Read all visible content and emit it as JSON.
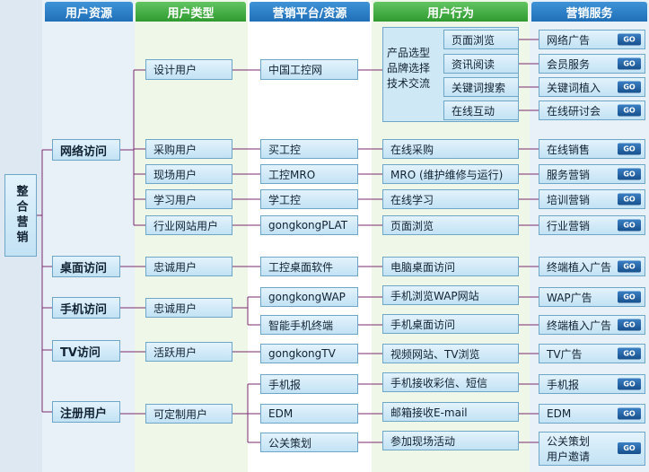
{
  "headers": [
    "用户资源",
    "用户类型",
    "营销平台/资源",
    "用户行为",
    "营销服务"
  ],
  "root": "整合营销",
  "resources": [
    "网络访问",
    "桌面访问",
    "手机访问",
    "TV访问",
    "注册用户"
  ],
  "user_types": [
    "设计用户",
    "采购用户",
    "现场用户",
    "学习用户",
    "行业网站用户",
    "忠诚用户",
    "忠诚用户",
    "活跃用户",
    "可定制用户"
  ],
  "platforms": [
    "中国工控网",
    "买工控",
    "工控MRO",
    "学工控",
    "gongkongPLAT",
    "工控桌面软件",
    "gongkongWAP",
    "智能手机终端",
    "gongkongTV",
    "手机报",
    "EDM",
    "公关策划"
  ],
  "behavior_group": {
    "left": [
      "产品选型",
      "品牌选择",
      "技术交流"
    ],
    "right": [
      "页面浏览",
      "资讯阅读",
      "关键词搜索",
      "在线互动"
    ]
  },
  "behaviors": [
    "在线采购",
    "MRO (维护维修与运行)",
    "在线学习",
    "页面浏览",
    "电脑桌面访问",
    "手机浏览WAP网站",
    "手机桌面访问",
    "视频网站、TV浏览",
    "手机接收彩信、短信",
    "邮箱接收E-mail",
    "参加现场活动"
  ],
  "services": [
    "网络广告",
    "会员服务",
    "关键词植入",
    "在线研讨会",
    "在线销售",
    "服务营销",
    "培训营销",
    "行业营销",
    "终端植入广告",
    "WAP广告",
    "终端植入广告",
    "TV广告",
    "手机报",
    "EDM",
    "公关策划",
    "用户邀请"
  ],
  "go_label": "GO",
  "colors": {
    "header_blue": "#2a7cc7",
    "header_green": "#3aa63a",
    "box_bg": "#d3ebf8",
    "line": "#7a2a6e"
  }
}
